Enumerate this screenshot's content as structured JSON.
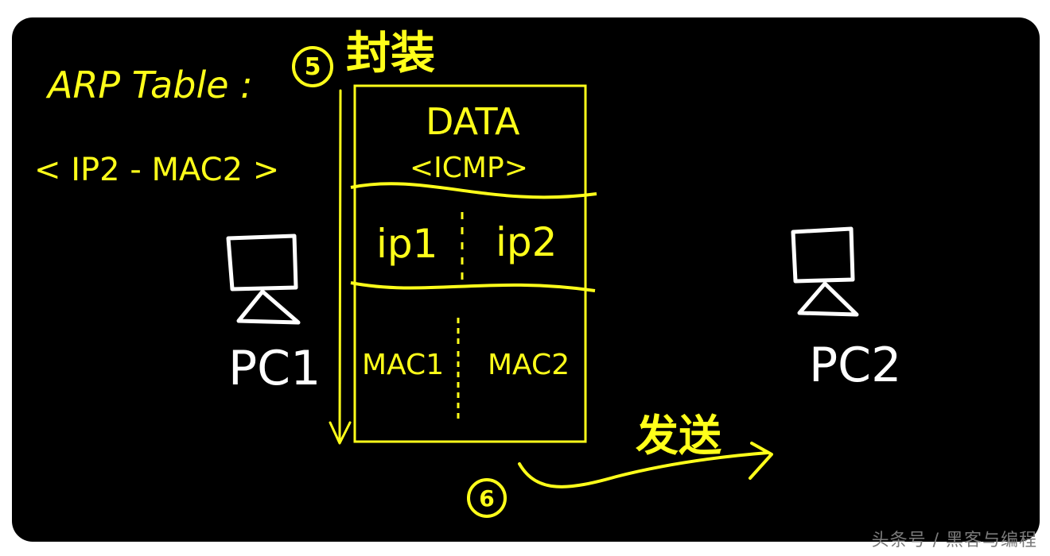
{
  "arp_table": {
    "title": "ARP Table :",
    "entry": "< IP2 - MAC2 >"
  },
  "step_5": {
    "number": "5",
    "label": "封装"
  },
  "packet": {
    "data_title": "DATA",
    "data_sub": "<ICMP>",
    "ip_src": "ip1",
    "ip_dst": "ip2",
    "mac_src": "MAC1",
    "mac_dst": "MAC2"
  },
  "pc1": {
    "label": "PC1"
  },
  "pc2": {
    "label": "PC2"
  },
  "step_6": {
    "number": "6",
    "label": "发送"
  },
  "watermark": "头条号 / 黑客与编程",
  "colors": {
    "board": "#000000",
    "ink_yellow": "#ffff1a",
    "ink_white": "#ffffff"
  }
}
